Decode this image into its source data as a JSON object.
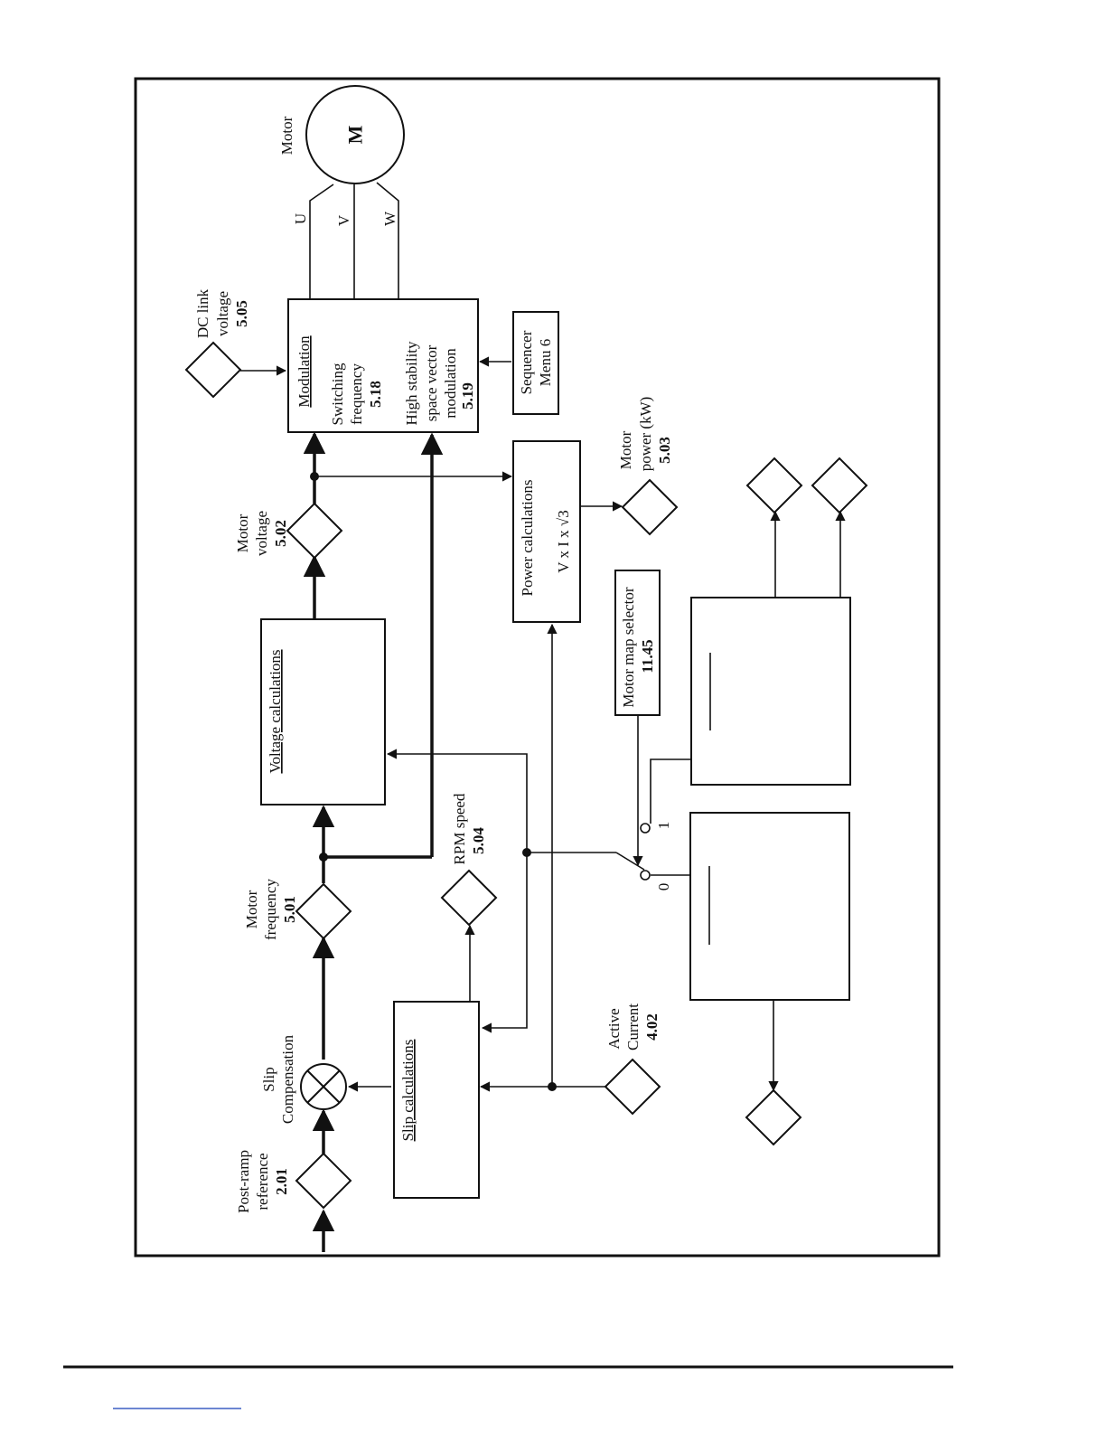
{
  "motor": {
    "label": "Motor",
    "symbol": "M"
  },
  "phases": {
    "u": "U",
    "v": "V",
    "w": "W"
  },
  "dc_link": {
    "line1": "DC link",
    "line2": "voltage",
    "param": "5.05"
  },
  "modulation": {
    "title": "Modulation",
    "switching_1": "Switching",
    "switching_2": "frequency",
    "switching_param": "5.18",
    "hs_1": "High stability",
    "hs_2": "space vector",
    "hs_3": "modulation",
    "hs_param": "5.19"
  },
  "sequencer": {
    "line1": "Sequencer",
    "line2": "Menu 6"
  },
  "motor_voltage": {
    "line1": "Motor",
    "line2": "voltage",
    "param": "5.02"
  },
  "power_calc": {
    "title": "Power calculations",
    "formula": "V x I x √3"
  },
  "motor_power": {
    "line1": "Motor",
    "line2": "power (kW)",
    "param": "5.03"
  },
  "voltage_calc": {
    "title": "Voltage calculations"
  },
  "motor_map": {
    "line1": "Motor map selector",
    "param": "11.45"
  },
  "motor_frequency": {
    "line1": "Motor",
    "line2": "frequency",
    "param": "5.01"
  },
  "rpm_speed": {
    "line1": "RPM speed",
    "param": "5.04"
  },
  "switch": {
    "pos0": "0",
    "pos1": "1"
  },
  "slip_comp": {
    "line1": "Slip",
    "line2": "Compensation"
  },
  "slip_calc": {
    "title": "Slip calculations"
  },
  "active_current": {
    "line1": "Active",
    "line2": "Current",
    "param": "4.02"
  },
  "post_ramp": {
    "line1": "Post-ramp",
    "line2": "reference",
    "param": "2.01"
  }
}
